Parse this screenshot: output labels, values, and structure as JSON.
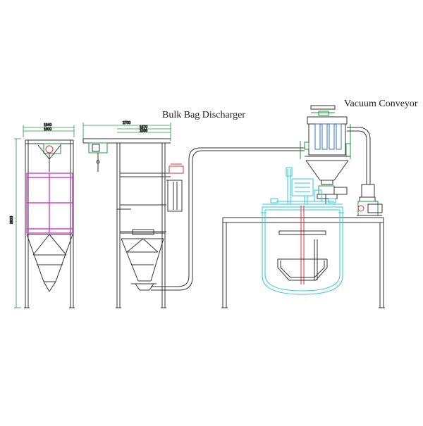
{
  "labels": {
    "bulk_bag_discharger": "Bulk Bag Discharger",
    "vacuum_conveyor": "Vacuum Conveyor"
  },
  "dimensions": {
    "side_width_outer": "1840",
    "side_width_inner": "1600",
    "side_height": "3900",
    "front_width": "2700",
    "front_inner_1": "1670",
    "front_inner_2": "1536"
  },
  "colors": {
    "frame": "#333333",
    "dimension": "#1a9a3a",
    "bag_frame": "#d040d0",
    "tank": "#2ec8d8",
    "hoist_accent": "#e03030",
    "conveyor_detail": "#3070d0"
  }
}
